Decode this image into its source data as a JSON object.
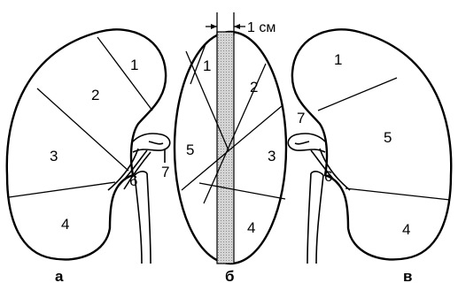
{
  "scale_label": "1 см",
  "left_kidney": {
    "caption": "а",
    "segments": [
      "1",
      "2",
      "3",
      "4",
      "6",
      "7"
    ]
  },
  "middle_kidney": {
    "caption": "б",
    "segments": [
      "1",
      "2",
      "5",
      "3",
      "4"
    ]
  },
  "right_kidney": {
    "caption": "в",
    "segments": [
      "1",
      "5",
      "7",
      "6",
      "4"
    ]
  },
  "colors": {
    "line": "#000000",
    "band_fill": "#c8c8c8",
    "background": "#ffffff"
  }
}
